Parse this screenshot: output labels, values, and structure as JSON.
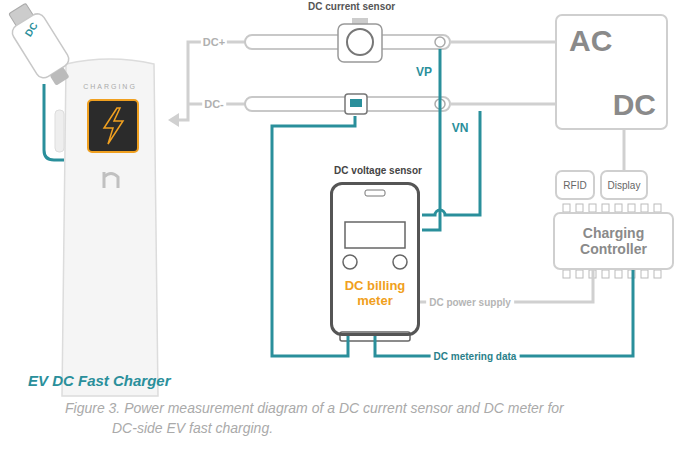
{
  "diagram": {
    "caption": "Figure 3. Power measurement diagram of a DC current sensor and DC meter for DC-side EV fast charging.",
    "nodes": [
      {
        "text": [
          "DC current sensor"
        ]
      },
      {
        "text": [
          "AC",
          "DC"
        ]
      },
      {
        "text": [
          "DC voltage sensor",
          "DC billing meter"
        ]
      },
      {
        "text": [
          "RFID"
        ]
      },
      {
        "text": [
          "Display"
        ]
      },
      {
        "text": [
          "Charging Controller"
        ]
      }
    ],
    "edges": [
      {
        "from": 0,
        "to": 2,
        "arrow": "none"
      },
      {
        "from": 1,
        "to": 4,
        "arrow": "none"
      },
      {
        "from": 5,
        "to": 2,
        "label": "DC power supply",
        "arrow": "none"
      },
      {
        "from": 2,
        "to": 5,
        "label": "DC metering data",
        "arrow": "none"
      }
    ],
    "labels": [
      "DC",
      "CHARGING",
      "DC+",
      "DC-",
      "VP",
      "VN",
      "EV DC Fast Charger"
    ]
  }
}
